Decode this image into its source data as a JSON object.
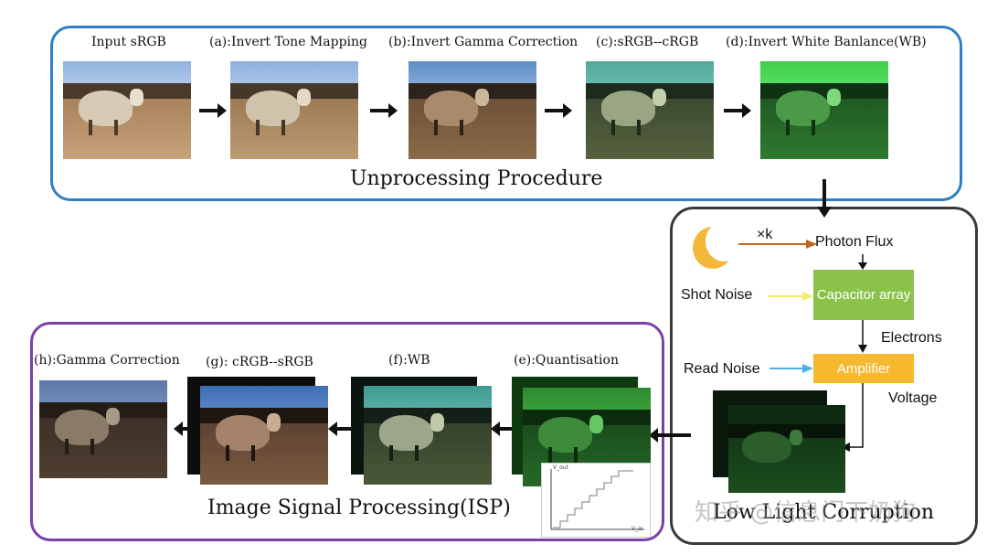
{
  "unprocessing": {
    "title": "Unprocessing Procedure",
    "steps": [
      {
        "label": "Input sRGB"
      },
      {
        "label": "(a):Invert Tone Mapping"
      },
      {
        "label": "(b):Invert Gamma Correction"
      },
      {
        "label": "(c):sRGB--cRGB"
      },
      {
        "label": "(d):Invert White Banlance(WB)"
      }
    ]
  },
  "low_light": {
    "title": "Low Light Corruption",
    "multiplier": "×k",
    "photon_flux": "Photon Flux",
    "capacitor": "Capacitor array",
    "electrons": "Electrons",
    "amplifier": "Amplifier",
    "voltage": "Voltage",
    "shot_noise": "Shot Noise",
    "read_noise": "Read Noise",
    "colors": {
      "shot_noise_arrow": "#f7e96b",
      "read_noise_arrow": "#4fb0e6",
      "photon_arrow": "#c0651b",
      "capacitor": "#8bc34a",
      "amplifier": "#f5b82e"
    }
  },
  "isp": {
    "title": "Image Signal Processing(ISP)",
    "steps": [
      {
        "label": "(h):Gamma Correction"
      },
      {
        "label": "(g): cRGB--sRGB"
      },
      {
        "label": "(f):WB"
      },
      {
        "label": "(e):Quantisation"
      }
    ],
    "quant_axis": {
      "y": "V_out",
      "x": "V_in"
    }
  },
  "watermark": "知乎 @信息门下奶狗",
  "colors": {
    "unprocessing_border": "#2f7fc4",
    "low_light_border": "#3a3a3a",
    "isp_border": "#7b3fa8"
  }
}
